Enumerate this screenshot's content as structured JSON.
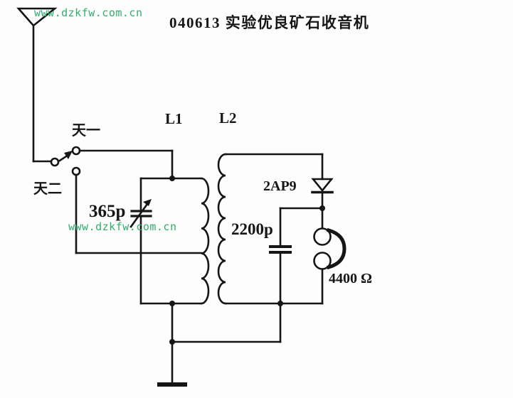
{
  "title": "040613 实验优良矿石收音机",
  "watermarks": {
    "top": "www.dzkfw.com.cn",
    "middle": "www.dzkfw.com.cn"
  },
  "switch": {
    "position1_label": "天一",
    "position2_label": "天二"
  },
  "components": {
    "primary_coil": "L1",
    "secondary_coil": "L2",
    "tuning_capacitor": "365p",
    "fixed_capacitor": "2200p",
    "detector_diode": "2AP9",
    "earphone": "4400 Ω"
  },
  "colors": {
    "wire": "#151515",
    "watermark_green": "#2fae6e",
    "background": "#fdfdfd"
  }
}
